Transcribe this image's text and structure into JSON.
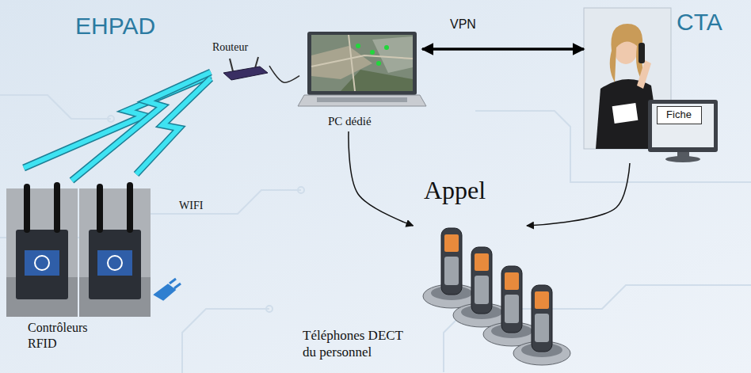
{
  "diagram": {
    "nodes": [
      {
        "text": [
          "Routeur"
        ]
      },
      {
        "text": [
          "PC dédié"
        ]
      },
      {
        "text": [
          "CTA"
        ]
      },
      {
        "text": [
          "Fiche"
        ],
        "in": 2
      },
      {
        "text": [
          "Contrôleurs RFID"
        ]
      },
      {
        "text": [
          "Téléphones DECT du personnel"
        ]
      }
    ],
    "edges": [
      {
        "from": 0,
        "to": 4,
        "arrow": "none",
        "label": "WIFI"
      },
      {
        "from": 0,
        "to": 1,
        "arrow": "none"
      },
      {
        "from": 1,
        "to": 2,
        "arrow": "both",
        "label": "VPN"
      },
      {
        "from": 1,
        "to": 5,
        "arrow": "to"
      },
      {
        "from": 2,
        "to": 5,
        "arrow": "to"
      }
    ],
    "labels": [
      "EHPAD",
      "Appel"
    ]
  }
}
